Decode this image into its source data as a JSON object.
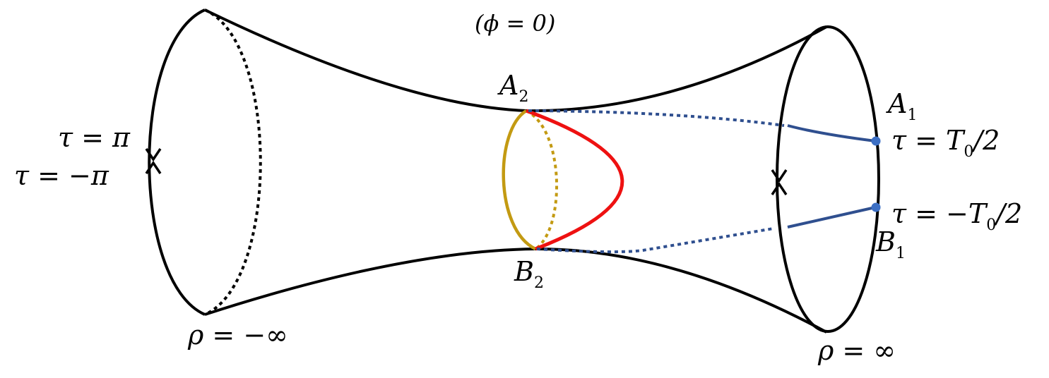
{
  "labels": {
    "phi": "(ϕ = 0)",
    "tau_pi": "τ = π",
    "tau_minus_pi": "τ = −π",
    "rho_minus_inf": "ρ = −∞",
    "rho_inf": "ρ = ∞",
    "A2": {
      "main": "A",
      "sub": "2"
    },
    "B2": {
      "main": "B",
      "sub": "2"
    },
    "A1": {
      "main": "A",
      "sub": "1"
    },
    "B1": {
      "main": "B",
      "sub": "1"
    },
    "tau_T0_half": {
      "pre": "τ = T",
      "sub": "0",
      "post": "/2"
    },
    "tau_minus_T0_half": {
      "pre": "τ = −T",
      "sub": "0",
      "post": "/2"
    }
  },
  "colors": {
    "outline": "#000000",
    "geodesic": "#ee1111",
    "throat_circle": "#c39a12",
    "blue_path": "#2f4f8f",
    "blue_point": "#3c6fc4"
  }
}
